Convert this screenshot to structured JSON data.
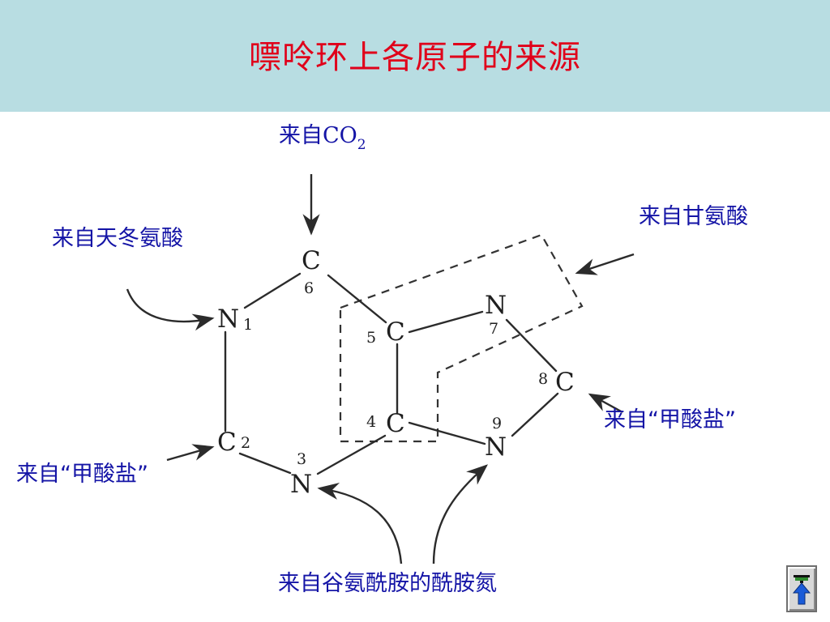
{
  "title": "嘌呤环上各原子的来源",
  "sources": {
    "co2_prefix": "来自",
    "co2_main": "CO",
    "co2_subscript": "2",
    "aspartate": "来自天冬氨酸",
    "glycine": "来自甘氨酸",
    "formate_right": "来自“甲酸盐”",
    "formate_left": "来自“甲酸盐”",
    "glutamine": "来自谷氨酰胺的酰胺氮"
  },
  "atoms": {
    "c6": "C",
    "c6_num": "6",
    "n1": "N",
    "n1_num": "1",
    "c2": "C",
    "c2_num": "2",
    "n3": "N",
    "n3_num": "3",
    "c4": "C",
    "c4_num": "4",
    "c5": "C",
    "c5_num": "5",
    "n7": "N",
    "n7_num": "7",
    "c8": "C",
    "c8_num": "8",
    "n9": "N",
    "n9_num": "9"
  },
  "colors": {
    "title": "#e0001a",
    "header_background": "#b8dde2",
    "source_text": "#1414a6"
  },
  "nav": {
    "icon": "up-arrow-icon"
  }
}
